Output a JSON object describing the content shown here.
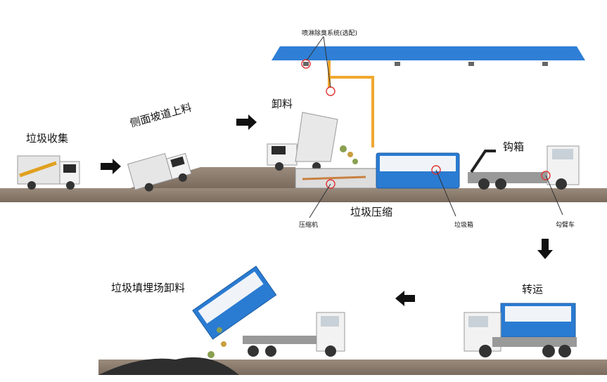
{
  "stages": {
    "collect": "垃圾收集",
    "ramp": "侧面坡道上料",
    "unload": "卸料",
    "hook": "钩箱",
    "compress": "垃圾压缩",
    "transfer": "转运",
    "landfill": "垃圾填埋场卸料"
  },
  "callouts": {
    "spray_system": "喷淋除臭系统(选配)",
    "compactor": "压缩机",
    "garbage_box": "垃圾箱",
    "hook_truck": "勾臂车"
  },
  "colors": {
    "roof": "#2f7fd6",
    "box_blue": "#2a7bd2",
    "ground": "#8a7b6d",
    "pipe": "#f0a830",
    "arrow": "#111111"
  }
}
